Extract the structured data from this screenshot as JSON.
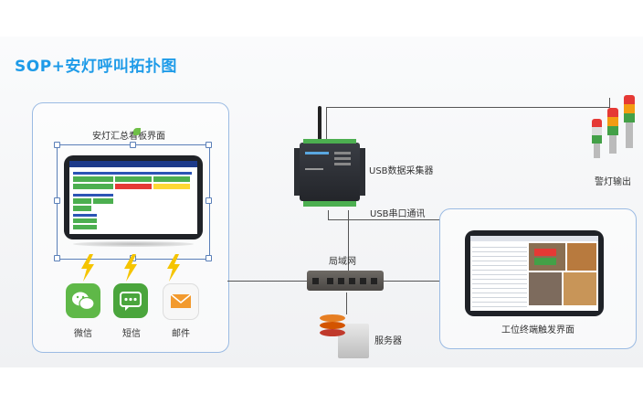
{
  "title": "SOP+安灯呼叫拓扑图",
  "nodes": {
    "summary_board": "安灯汇总看板界面",
    "collector": "USB数据采集器",
    "warning_light": "警灯输出",
    "serial": "USB串口通讯",
    "lan": "局域网",
    "server": "服务器",
    "terminal": "工位终端触发界面",
    "wechat": "微信",
    "sms": "短信",
    "email": "邮件"
  },
  "colors": {
    "title": "#1e9be8",
    "panel_border": "#9bbbe3",
    "wechat": "#5fb848",
    "sms": "#4aa53c",
    "email": "#f29a2e",
    "lightning": "#f5c400"
  }
}
